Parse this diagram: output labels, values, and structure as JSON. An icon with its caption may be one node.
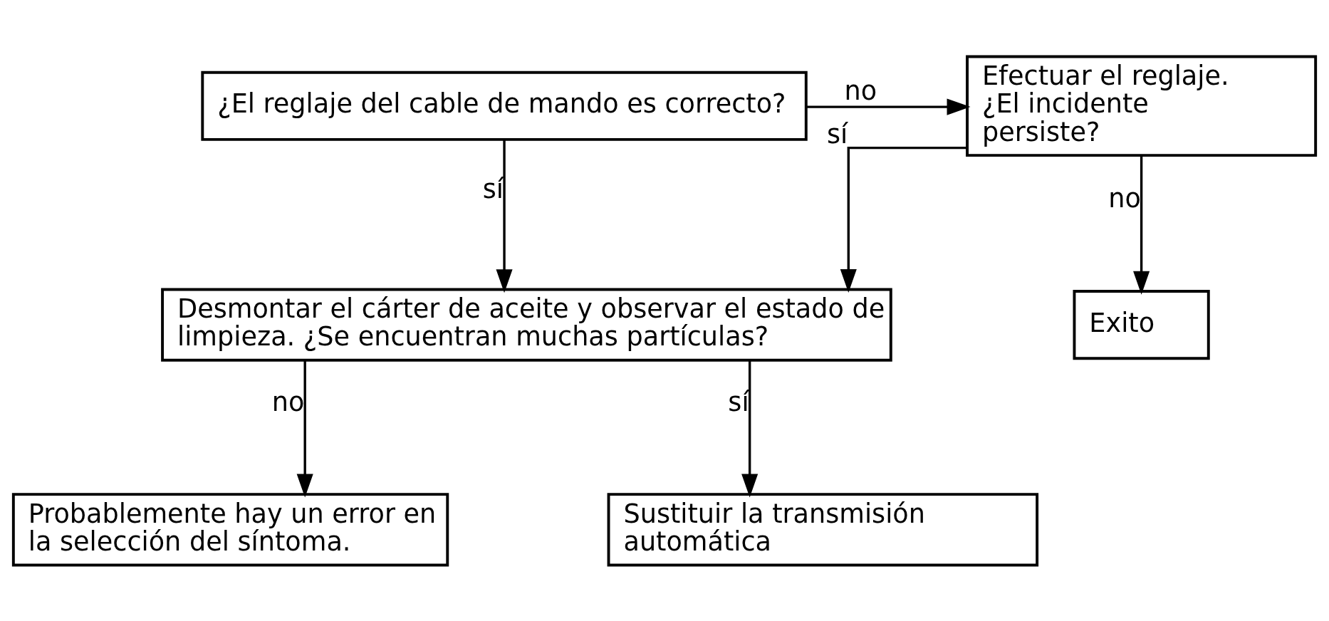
{
  "diagram": {
    "nodes": [
      {
        "text": [
          "¿El reglaje del cable de mando es correcto?"
        ]
      },
      {
        "text": [
          "Efectuar el reglaje. ¿El incidente persiste?"
        ]
      },
      {
        "text": [
          "Exito"
        ]
      },
      {
        "text": [
          "Desmontar el cárter de aceite y observar el estado de limpieza. ¿Se encuentran muchas partículas?"
        ]
      },
      {
        "text": [
          "Probablemente hay un error en la selección del síntoma."
        ]
      },
      {
        "text": [
          "Sustituir la transmisión automática"
        ]
      }
    ],
    "edges": [
      {
        "from": 0,
        "to": 1,
        "arrow": "to",
        "label": "no"
      },
      {
        "from": 0,
        "to": 3,
        "arrow": "to",
        "label": "sí"
      },
      {
        "from": 1,
        "to": 2,
        "arrow": "to",
        "label": "no"
      },
      {
        "from": 1,
        "to": 3,
        "arrow": "to",
        "label": "sí"
      },
      {
        "from": 3,
        "to": 5,
        "arrow": "to",
        "label": "sí"
      },
      {
        "from": 3,
        "to": 4,
        "arrow": "to",
        "label": "no"
      }
    ]
  }
}
